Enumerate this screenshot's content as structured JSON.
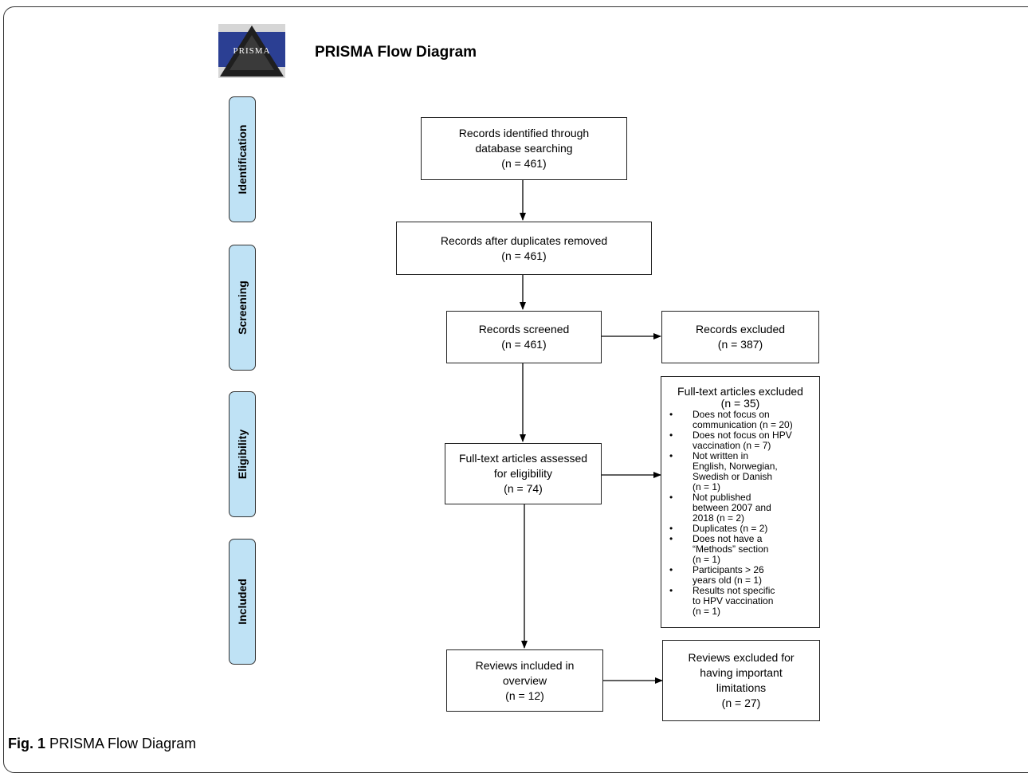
{
  "header": {
    "logo_text": "PRISMA",
    "title": "PRISMA Flow Diagram"
  },
  "stages": [
    {
      "label": "Identification"
    },
    {
      "label": "Screening"
    },
    {
      "label": "Eligibility"
    },
    {
      "label": "Included"
    }
  ],
  "boxes": {
    "identified": {
      "lines": [
        "Records identified through",
        "database searching",
        "(n = 461)"
      ]
    },
    "dedup": {
      "lines": [
        "Records after duplicates removed",
        "(n = 461)"
      ]
    },
    "screened": {
      "lines": [
        "Records screened",
        "(n = 461)"
      ]
    },
    "excluded": {
      "lines": [
        "Records excluded",
        "(n = 387)"
      ]
    },
    "fulltext": {
      "lines": [
        "Full-text articles assessed",
        "for eligibility",
        "(n = 74)"
      ]
    },
    "included": {
      "lines": [
        "Reviews included in",
        "overview",
        "(n = 12)"
      ]
    },
    "limitations": {
      "lines": [
        "Reviews excluded for",
        "having important",
        "limitations",
        "(n = 27)"
      ]
    }
  },
  "fulltext_excluded": {
    "title": "Full-text articles excluded",
    "count": "(n = 35)",
    "reasons": [
      [
        "Does not focus on",
        "communication (n = 20)"
      ],
      [
        "Does not focus on HPV",
        "vaccination (n = 7)"
      ],
      [
        "Not written in",
        "English, Norwegian,",
        "Swedish or Danish",
        "(n = 1)"
      ],
      [
        "Not published",
        "between 2007 and",
        "2018 (n = 2)"
      ],
      [
        "Duplicates (n = 2)"
      ],
      [
        "Does not have a",
        "“Methods” section",
        "(n = 1)"
      ],
      [
        "Participants > 26",
        "years old (n = 1)"
      ],
      [
        "Results not specific",
        "to HPV vaccination",
        "(n = 1)"
      ]
    ]
  },
  "caption": {
    "label": "Fig. 1",
    "text": "PRISMA Flow Diagram"
  }
}
